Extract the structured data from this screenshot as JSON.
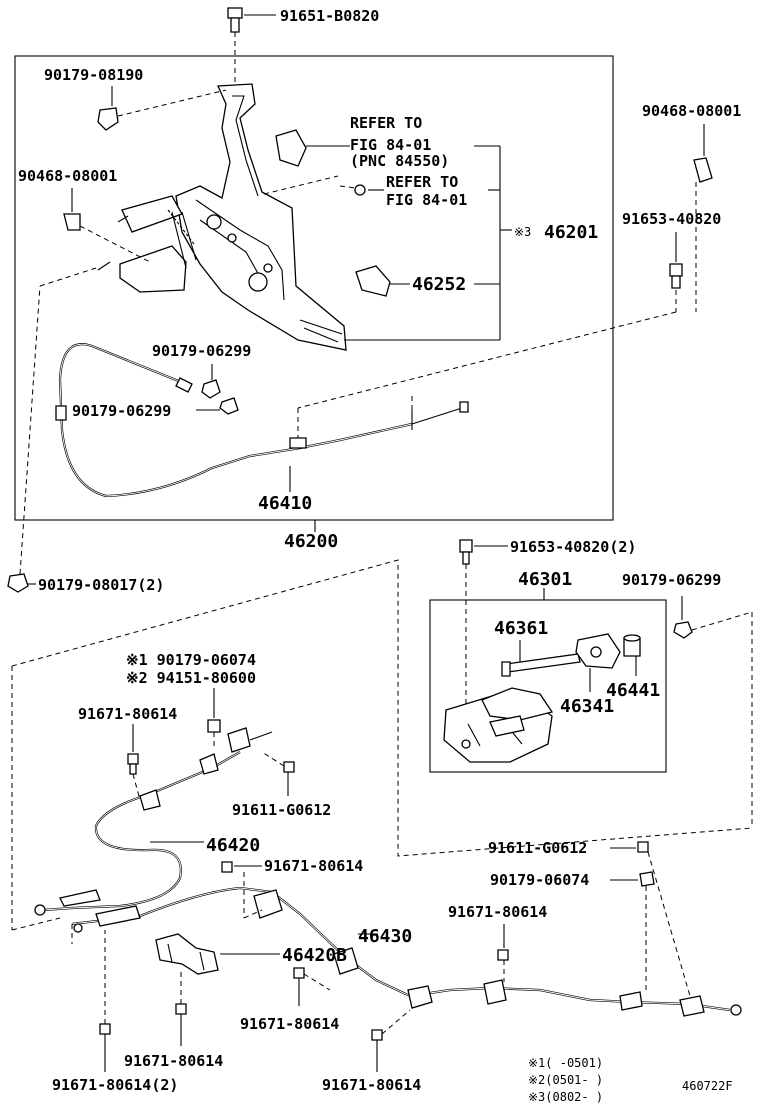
{
  "labels": {
    "p91651_B0820": "91651-B0820",
    "p90179_08190": "90179-08190",
    "refer1_a": "REFER TO",
    "refer1_b": "FIG 84-01",
    "refer1_c": "(PNC 84550)",
    "refer2_a": "REFER TO",
    "refer2_b": "FIG 84-01",
    "p90468_08001_a": "90468-08001",
    "p90468_08001_b": "90468-08001",
    "mark3": "※3",
    "p46201": "46201",
    "p91653_40820": "91653-40820",
    "p46252": "46252",
    "p90179_06299_a": "90179-06299",
    "p90179_06299_b": "90179-06299",
    "p46410": "46410",
    "p46200": "46200",
    "p90179_08017": "90179-08017(2)",
    "p91653_40820_2": "91653-40820(2)",
    "p46301": "46301",
    "p90179_06299_c": "90179-06299",
    "p46361": "46361",
    "p46441": "46441",
    "p46341": "46341",
    "mark1_line": "※1 90179-06074",
    "mark2_line": "※2 94151-80600",
    "p91671_80614_a": "91671-80614",
    "p91611_G0612_a": "91611-G0612",
    "p46420": "46420",
    "p91671_80614_b": "91671-80614",
    "p91611_G0612_b": "91611-G0612",
    "p90179_06074": "90179-06074",
    "p91671_80614_c": "91671-80614",
    "p46430": "46430",
    "p46420B": "46420B",
    "p91671_80614_d": "91671-80614",
    "p91671_80614_e": "91671-80614",
    "p91671_80614_f": "91671-80614(2)",
    "p91671_80614_g": "91671-80614",
    "note1": "※1(    -0501)",
    "note2": "※2(0501-    )",
    "note3": "※3(0802-    )",
    "fig_code": "460722F"
  }
}
